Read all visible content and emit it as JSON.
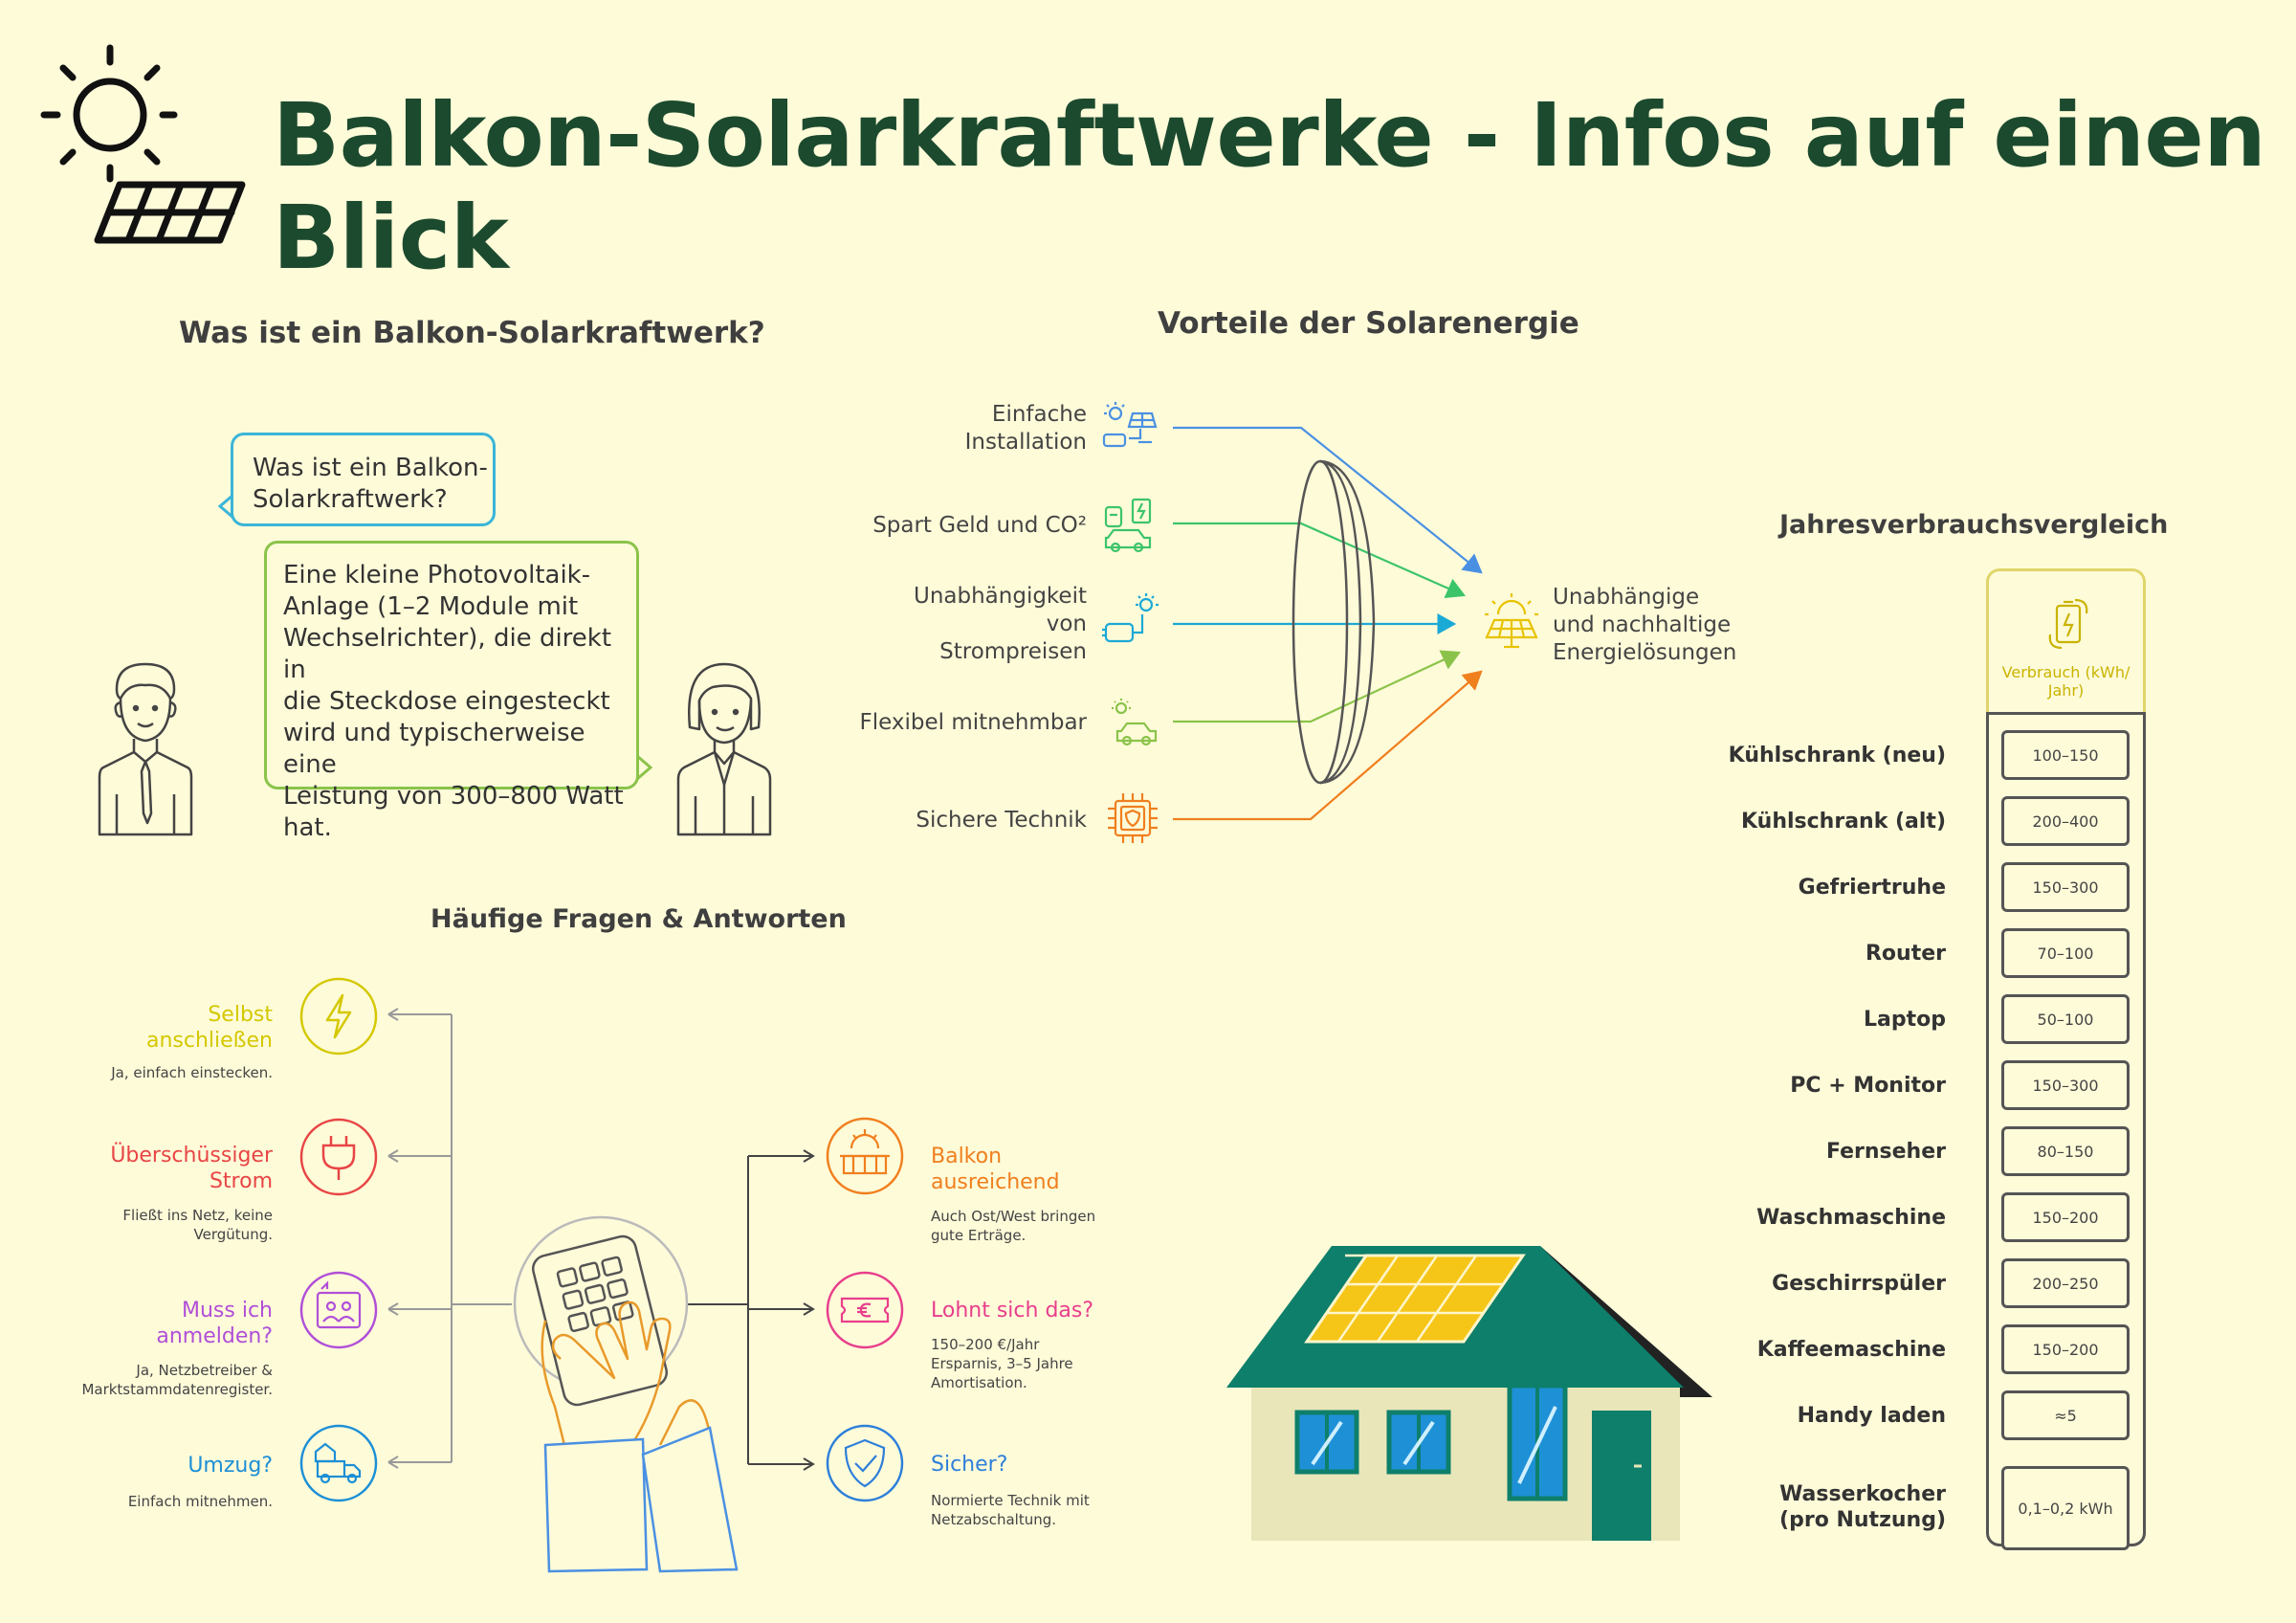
{
  "header": {
    "title": "Balkon-Solarkraftwerke - Infos auf einen Blick"
  },
  "what_is": {
    "heading": "Was ist ein Balkon-Solarkraftwerk?",
    "question_lines": [
      "Was ist ein Balkon-",
      "Solarkraftwerk?"
    ],
    "answer_lines": [
      "Eine kleine Photovoltaik-",
      "Anlage (1–2 Module mit",
      "Wechselrichter), die direkt in",
      "die Steckdose eingesteckt",
      "wird und typischerweise eine",
      "Leistung von 300–800 Watt",
      "hat."
    ]
  },
  "advantages": {
    "heading": "Vorteile der Solarenergie",
    "items": [
      {
        "lines": [
          "Einfache",
          "Installation"
        ],
        "color": "#4A90E2",
        "icon": "solar-install-icon"
      },
      {
        "lines": [
          "Spart Geld und CO²"
        ],
        "color": "#3CC46A",
        "icon": "fuel-car-icon"
      },
      {
        "lines": [
          "Unabhängigkeit",
          "von",
          "Strompreisen"
        ],
        "color": "#1BA9D6",
        "icon": "power-plug-icon"
      },
      {
        "lines": [
          "Flexibel mitnehmbar"
        ],
        "color": "#8BC34A",
        "icon": "sun-car-icon"
      },
      {
        "lines": [
          "Sichere Technik"
        ],
        "color": "#F07F1E",
        "icon": "secure-chip-icon"
      }
    ],
    "result_lines": [
      "Unabhängige",
      "und nachhaltige",
      "Energielösungen"
    ],
    "result_icon": "sun-solar-panel-icon"
  },
  "faq": {
    "heading": "Häufige Fragen & Antworten",
    "left": [
      {
        "title_lines": [
          "Selbst",
          "anschließen"
        ],
        "answer_lines": [
          "Ja, einfach einstecken."
        ],
        "color": "#D4C800",
        "icon": "lightning-icon"
      },
      {
        "title_lines": [
          "Überschüssiger",
          "Strom"
        ],
        "answer_lines": [
          "Fließt ins Netz, keine",
          "Vergütung."
        ],
        "color": "#E84545",
        "icon": "plug-icon"
      },
      {
        "title_lines": [
          "Muss ich",
          "anmelden?"
        ],
        "answer_lines": [
          "Ja, Netzbetreiber &",
          "Marktstammdatenregister."
        ],
        "color": "#B04FD8",
        "icon": "register-people-icon"
      },
      {
        "title_lines": [
          "Umzug?"
        ],
        "answer_lines": [
          "Einfach mitnehmen."
        ],
        "color": "#1C8FD6",
        "icon": "moving-truck-icon"
      }
    ],
    "right": [
      {
        "title_lines": [
          "Balkon",
          "ausreichend"
        ],
        "answer_lines": [
          "Auch Ost/West bringen",
          "gute Erträge."
        ],
        "color": "#F07F1E",
        "icon": "balcony-sun-icon"
      },
      {
        "title_lines": [
          "Lohnt sich das?"
        ],
        "answer_lines": [
          "150–200 €/Jahr",
          "Ersparnis, 3–5 Jahre",
          "Amortisation."
        ],
        "color": "#E83E8C",
        "icon": "euro-ticket-icon"
      },
      {
        "title_lines": [
          "Sicher?"
        ],
        "answer_lines": [
          "Normierte Technik mit",
          "Netzabschaltung."
        ],
        "color": "#2E7FD9",
        "icon": "shield-check-icon"
      }
    ]
  },
  "consumption": {
    "heading": "Jahresverbrauchsvergleich",
    "column_header_lines": [
      "Verbrauch (kWh/",
      "Jahr)"
    ],
    "column_icon": "battery-cycle-icon",
    "rows": [
      {
        "label_lines": [
          "Kühlschrank (neu)"
        ],
        "value": "100–150"
      },
      {
        "label_lines": [
          "Kühlschrank (alt)"
        ],
        "value": "200–400"
      },
      {
        "label_lines": [
          "Gefriertruhe"
        ],
        "value": "150–300"
      },
      {
        "label_lines": [
          "Router"
        ],
        "value": "70–100"
      },
      {
        "label_lines": [
          "Laptop"
        ],
        "value": "50–100"
      },
      {
        "label_lines": [
          "PC + Monitor"
        ],
        "value": "150–300"
      },
      {
        "label_lines": [
          "Fernseher"
        ],
        "value": "80–150"
      },
      {
        "label_lines": [
          "Waschmaschine"
        ],
        "value": "150–200"
      },
      {
        "label_lines": [
          "Geschirrspüler"
        ],
        "value": "200–250"
      },
      {
        "label_lines": [
          "Kaffeemaschine"
        ],
        "value": "150–200"
      },
      {
        "label_lines": [
          "Handy laden"
        ],
        "value": "≈5"
      },
      {
        "label_lines": [
          "Wasserkocher",
          "(pro Nutzung)"
        ],
        "value": "0,1–0,2 kWh"
      }
    ]
  },
  "colors": {
    "background": "#FEFBD9",
    "title": "#1C4A2E",
    "roof": "#0E7F6A",
    "panel": "#F5C518"
  }
}
